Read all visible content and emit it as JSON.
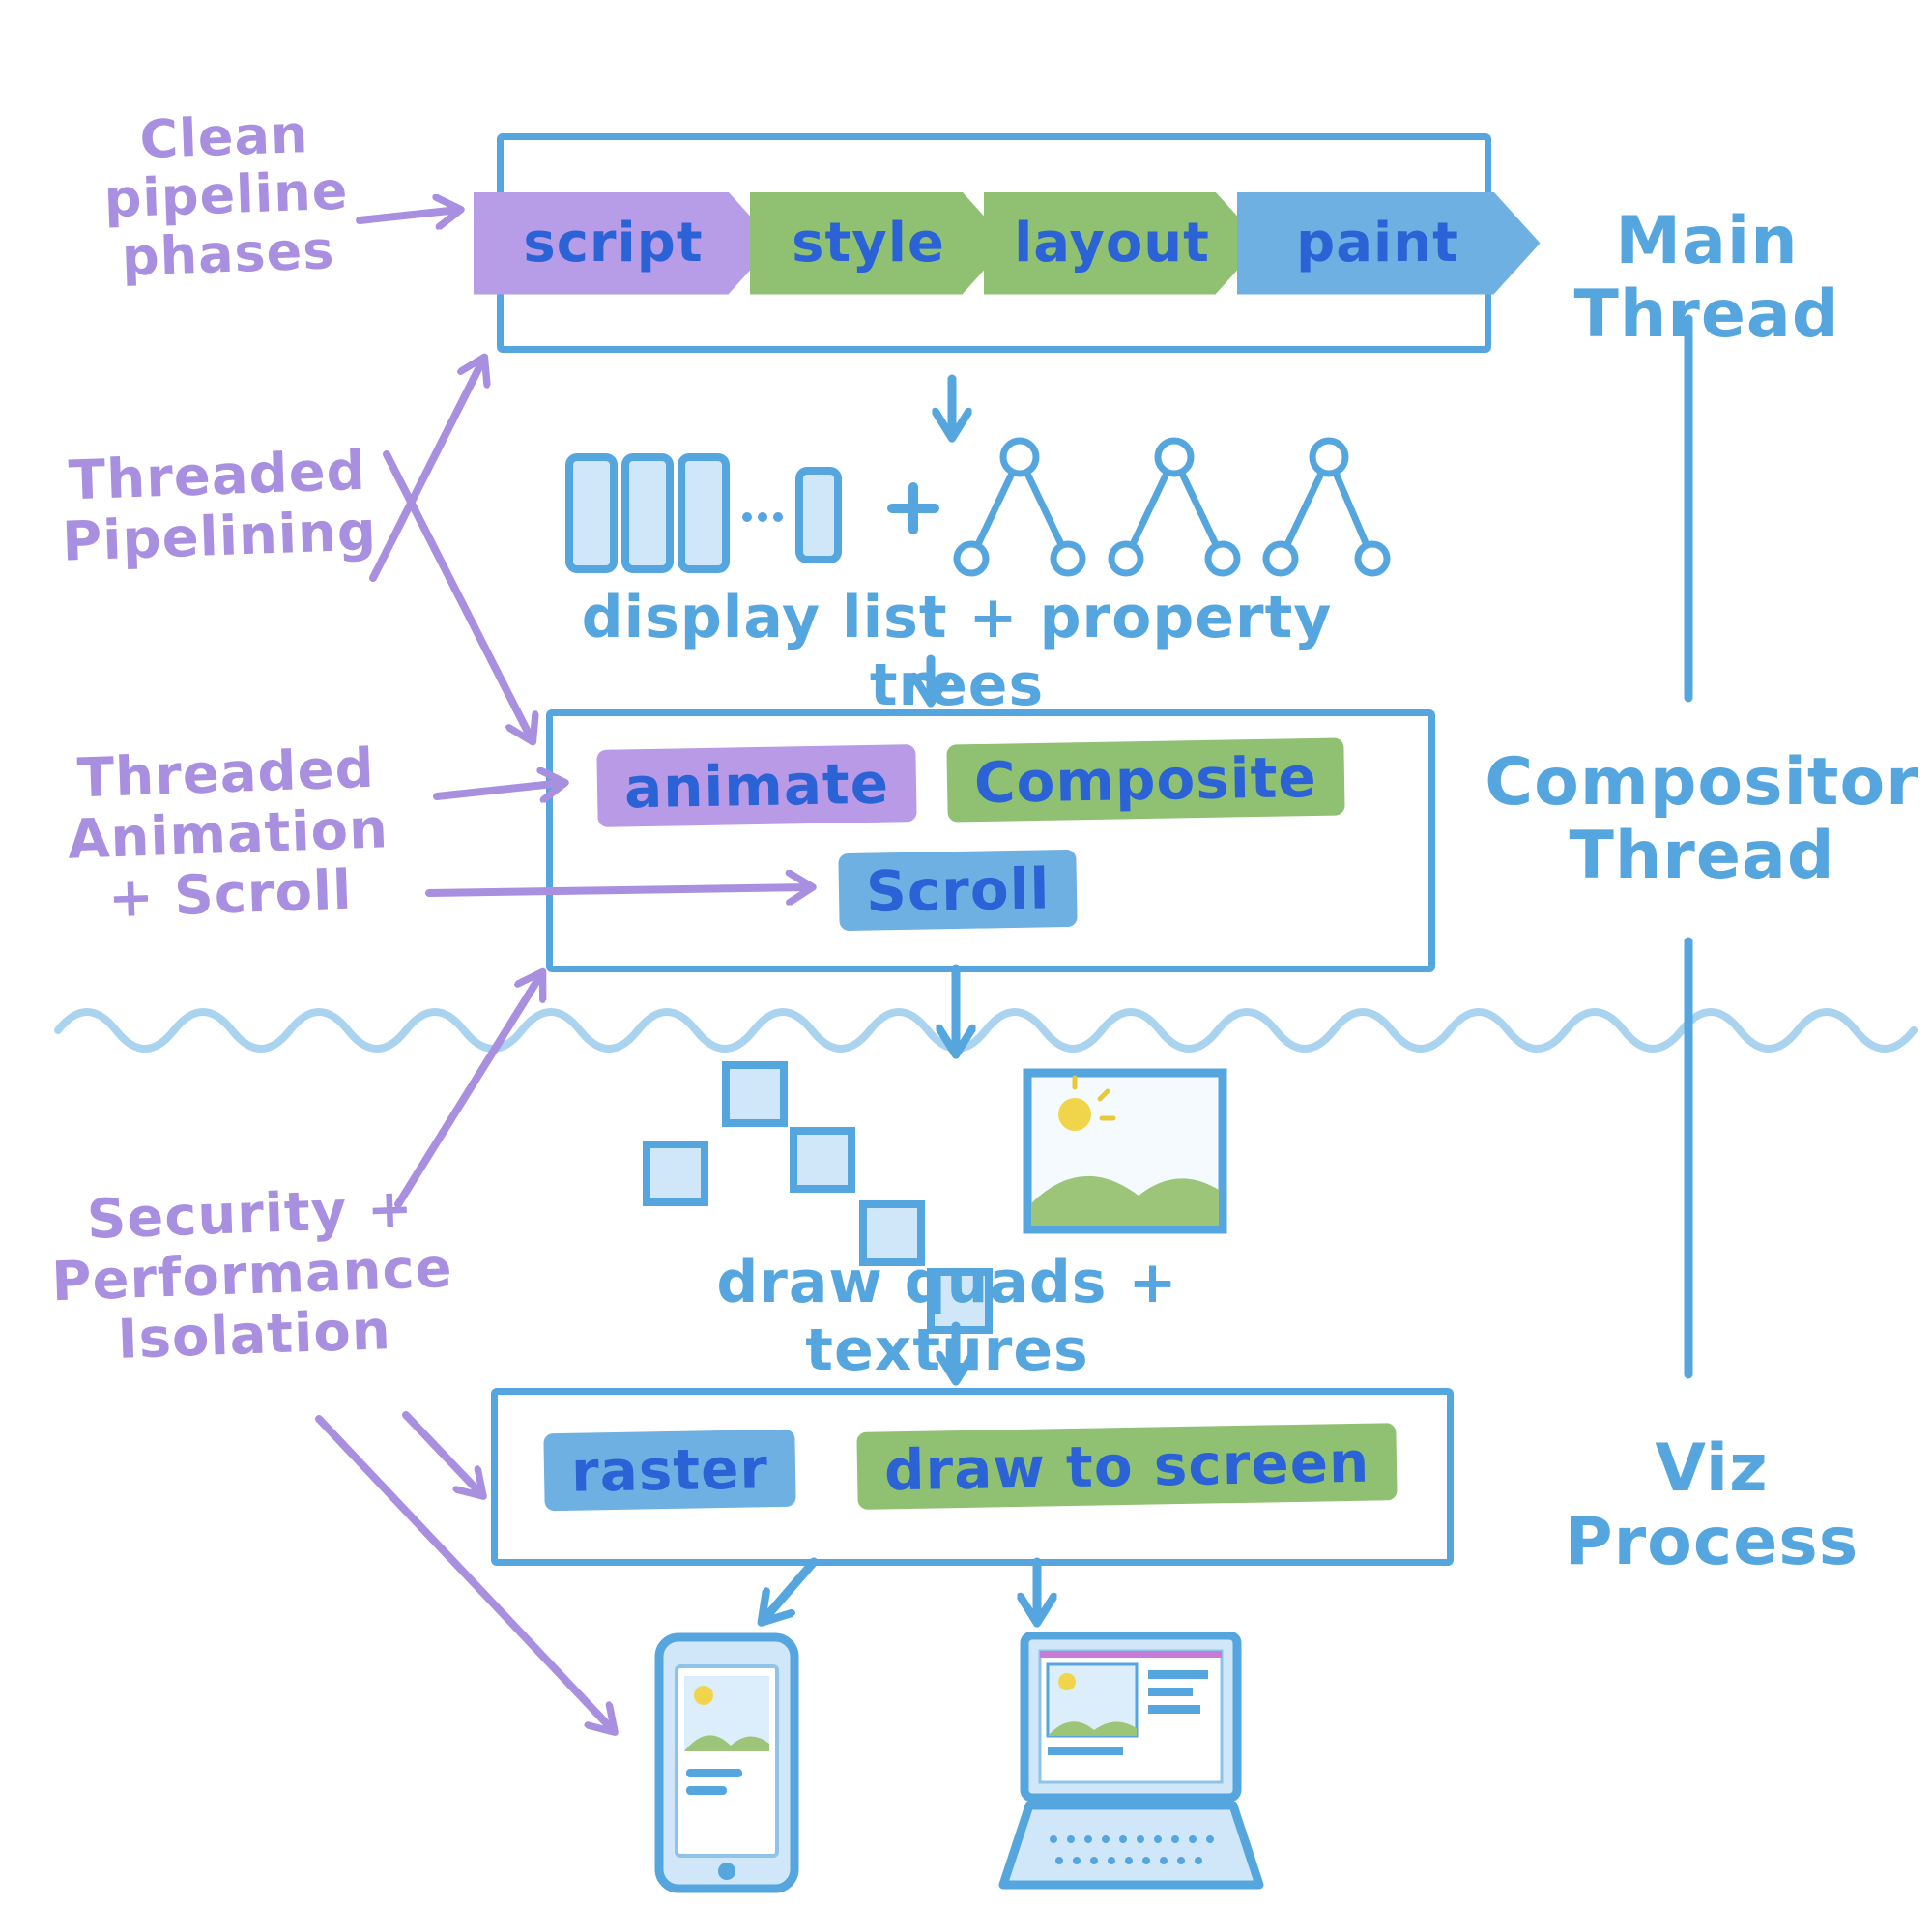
{
  "colors": {
    "ink-blue": "#2b63d6",
    "sky-blue": "#55a6de",
    "pale-blue": "#cfe7f8",
    "wave-blue": "#a9d3ee",
    "purple": "#a98fe0",
    "purple-fill": "#b99ae6",
    "green-fill": "#90c173",
    "blue-fill": "#6fb0e2",
    "sun-yellow": "#f0d54b",
    "hill-green": "#9cc579"
  },
  "annotations": {
    "clean_pipeline_phases": "Clean\npipeline\nphases",
    "threaded_pipelining": "Threaded\nPipelining",
    "threaded_animation_scroll": "Threaded\nAnimation\n+ Scroll",
    "security_performance_isolation": "Security +\nPerformance\nIsolation"
  },
  "threads": {
    "main": {
      "label": "Main Thread"
    },
    "compositor": {
      "label": "Compositor\nThread"
    },
    "viz": {
      "label": "Viz Process"
    }
  },
  "pipeline": {
    "phases": [
      {
        "label": "script",
        "color": "#b79ce8"
      },
      {
        "label": "style",
        "color": "#90c173"
      },
      {
        "label": "layout",
        "color": "#90c173"
      },
      {
        "label": "paint",
        "color": "#6fb0e2"
      }
    ]
  },
  "compositor": {
    "steps": [
      {
        "label": "animate",
        "color": "#b99ae6"
      },
      {
        "label": "Composite",
        "color": "#90c173"
      },
      {
        "label": "Scroll",
        "color": "#6fb0e2"
      }
    ]
  },
  "viz": {
    "steps": [
      {
        "label": "raster",
        "color": "#6fb0e2"
      },
      {
        "label": "draw to screen",
        "color": "#90c173"
      }
    ]
  },
  "captions": {
    "display_list": "display list + property trees",
    "draw_quads": "draw quads + textures"
  },
  "icons": {
    "display_list": "display-list-icon",
    "property_trees": "property-trees-icon",
    "draw_quads": "draw-quads-icon",
    "texture": "texture-image-icon",
    "phone": "phone-icon",
    "laptop": "laptop-icon",
    "wave_divider": "wave-divider",
    "flow_arrows": "arrow-down-icon"
  }
}
